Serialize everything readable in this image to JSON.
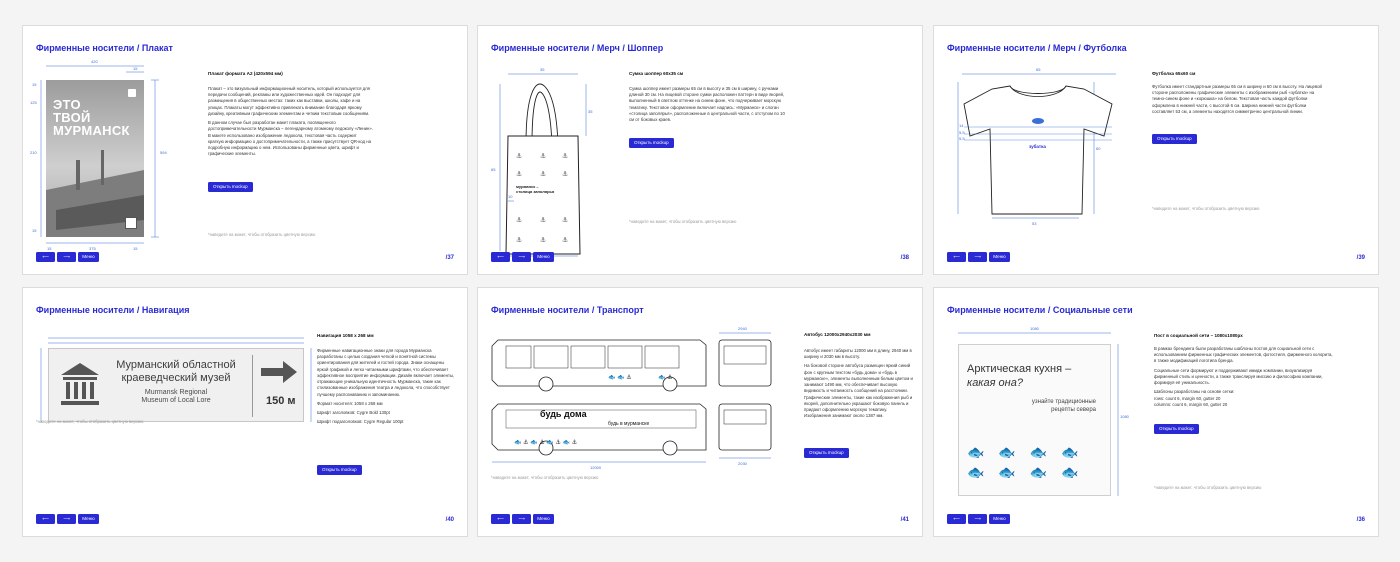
{
  "slides": [
    {
      "title": "Фирменные носители / Плакат",
      "heading": "Плакат формата А2 (420х594 мм)",
      "paragraphs": [
        "Плакат – это визуальный информационный носитель, который используется для передачи сообщений, рекламы или художественных идей. Он подходит для размещения в общественных местах: таких как выставки, школы, кафе и на улицах. Плакаты могут эффективно привлекать внимание благодаря яркому дизайну, креативным графическим элементам и четким текстовым сообщениям.",
        "В данном случае был разработан макет плаката, посвященного достопримечательности Мурманска – легендарному атомному ледоколу «Ленин». В макете использовано изображение ледокола, текстовая часть содержит краткую информацию о достопримечательности, а также присутствует QR-код на подробную информацию о нем. Использованы фирменные цвета, шрифт и графические элементы."
      ],
      "button": "Открыть mockup",
      "hint": "*наведите на макет, чтобы отобразить цветную версию",
      "page": "/37",
      "poster_title": "ЭТО\nТВОЙ\nМУРМАНСК",
      "dims": {
        "top": "420",
        "top2": "15",
        "right": "594",
        "left": [
          "15",
          "125",
          "210",
          "15"
        ],
        "bottom": [
          "15",
          "375",
          "15"
        ]
      }
    },
    {
      "title": "Фирменные носители / Мерч / Шоппер",
      "heading": "Сумка шоппер 60х35 см",
      "paragraphs": [
        "Сумка шоппер имеет размеры 65 см в высоту и 35 см в ширину, с ручками длиной 30 см. На лицевой стороне сумки расположен паттерн в виде якорей, выполненный в светлом оттенке на синем фоне, что подчеркивает морскую тематику. Текстовое оформление включает надпись: «Мурманск» и слоган «столица заполярья», расположенные в центральной части, с отступом по 10 см от боковых краев."
      ],
      "button": "Открыть mockup",
      "hint": "*наведите на макет, чтобы отобразить цветную версию",
      "page": "/38",
      "bag_text": "мурманск –\nстолица заполярья",
      "dims": {
        "top": "35",
        "left": "65",
        "right": "35",
        "bottom": "10"
      }
    },
    {
      "title": "Фирменные носители / Мерч / Футболка",
      "heading": "Футболка 65х60 см",
      "paragraphs": [
        "Футболка имеет стандартные размеры 65 см в ширину и 60 см в высоту. На лицевой стороне расположены графические элементы с изображением рыб «зубатка» на темно-синем фоне и «корюшка» на белом. Текстовая часть каждой футболки оформлена в нижней части, с высотой 6 см. Ширина нижней части футболки составляет 53 см, а элементы находятся симметрично центральной линии."
      ],
      "button": "Открыть mockup",
      "hint": "*наведите на макет, чтобы отобразить цветную версию",
      "page": "/39",
      "shirt_text": "зубатка",
      "dims": {
        "top": "65",
        "left": [
          "14",
          "5,5",
          "5,5"
        ],
        "right": "60",
        "bottom": "53"
      }
    },
    {
      "title": "Фирменные носители / Навигация",
      "heading": "Навигация 1058 х 268 мм",
      "paragraphs": [
        "Фирменные навигационные знаки для города Мурманска разработаны с целью создания четкой и понятной системы ориентирования для жителей и гостей города. Знаки оснащены яркой графикой и легко читаемыми шрифтами, что обеспечивает эффективное восприятие информации. Дизайн включает элементы, отражающие уникальную идентичность Мурманска, такие как стилизованные изображения театра и ледокола, что способствует лучшему распознаванию и запоминанию.",
        "Формат носителя: 1058 х 268 мм",
        "Шрифт заголовков: Cygre Bold 130pt",
        "Шрифт подзаголовков: Cygre Regular 100pt"
      ],
      "button": "Открыть mockup",
      "hint": "*наведите на макет, чтобы отобразить цветную версию",
      "page": "/40",
      "sign_ru": "Мурманский областной\nкраеведческий музей",
      "sign_en": "Murmansk Regional\nMuseum of Local Lore",
      "sign_dist": "150 м"
    },
    {
      "title": "Фирменные носители / Транспорт",
      "heading": "Автобус 12000х2940х2030 мм",
      "paragraphs": [
        "Автобус имеет габариты 12000 мм в длину, 2940 мм в ширину и 2030 мм в высоту.",
        "На боковой стороне автобуса размещен яркий синий фон с крупным текстом «будь дома» и «будь в мурманске», элементы выполненным белым цветом и занимают 1490 мм, что обеспечивает высокую видимость и читаемость сообщений на расстоянии. Графические элементы, такие как изображения рыб и якорей, дополнительно украшают боковую панель и придают оформлению морскую тематику. Изображения занимают около 1387 мм."
      ],
      "button": "Открыть mockup",
      "hint": "*наведите на макет, чтобы отобразить цветную версию",
      "page": "/41",
      "bus_text1": "будь дома",
      "bus_text2": "будь в мурманске",
      "dims": {
        "top": "2940",
        "bottom": "12000",
        "front": "2030"
      }
    },
    {
      "title": "Фирменные носители / Социальные сети",
      "heading": "Пост в социальной сети – 1080х1080px",
      "paragraphs": [
        "В рамках брендинга были разработаны шаблоны постов для социальной сети с использованием фирменных графических элементов, фотостиля, фирменного колорита, в также модификаций логотипа бренда.",
        "Социальные сети формируют и поддерживают имидж компании, визуализируя фирменный стиль и ценности, а также транслируя миссию и философию компании, формируя её уникальность.",
        "Шаблоны разработаны на основе сетки:\nrows: count 6, margin 60, gutter 20\ncolumns: count 6, margin 60, gutter 20"
      ],
      "button": "Открыть mockup",
      "hint": "*наведите на макет, чтобы отобразить цветную версию",
      "page": "/36",
      "post_t1": "Арктическая кухня –",
      "post_t2": "какая она?",
      "post_sub": "узнайте традиционные\nрецепты севера",
      "dims": {
        "top": "1080",
        "right": "1080"
      }
    }
  ],
  "nav": {
    "prev": "⟵",
    "next": "⟶",
    "menu": "Меню"
  },
  "colors": {
    "accent": "#2a2ad4",
    "dim": "#3b6fd8"
  }
}
